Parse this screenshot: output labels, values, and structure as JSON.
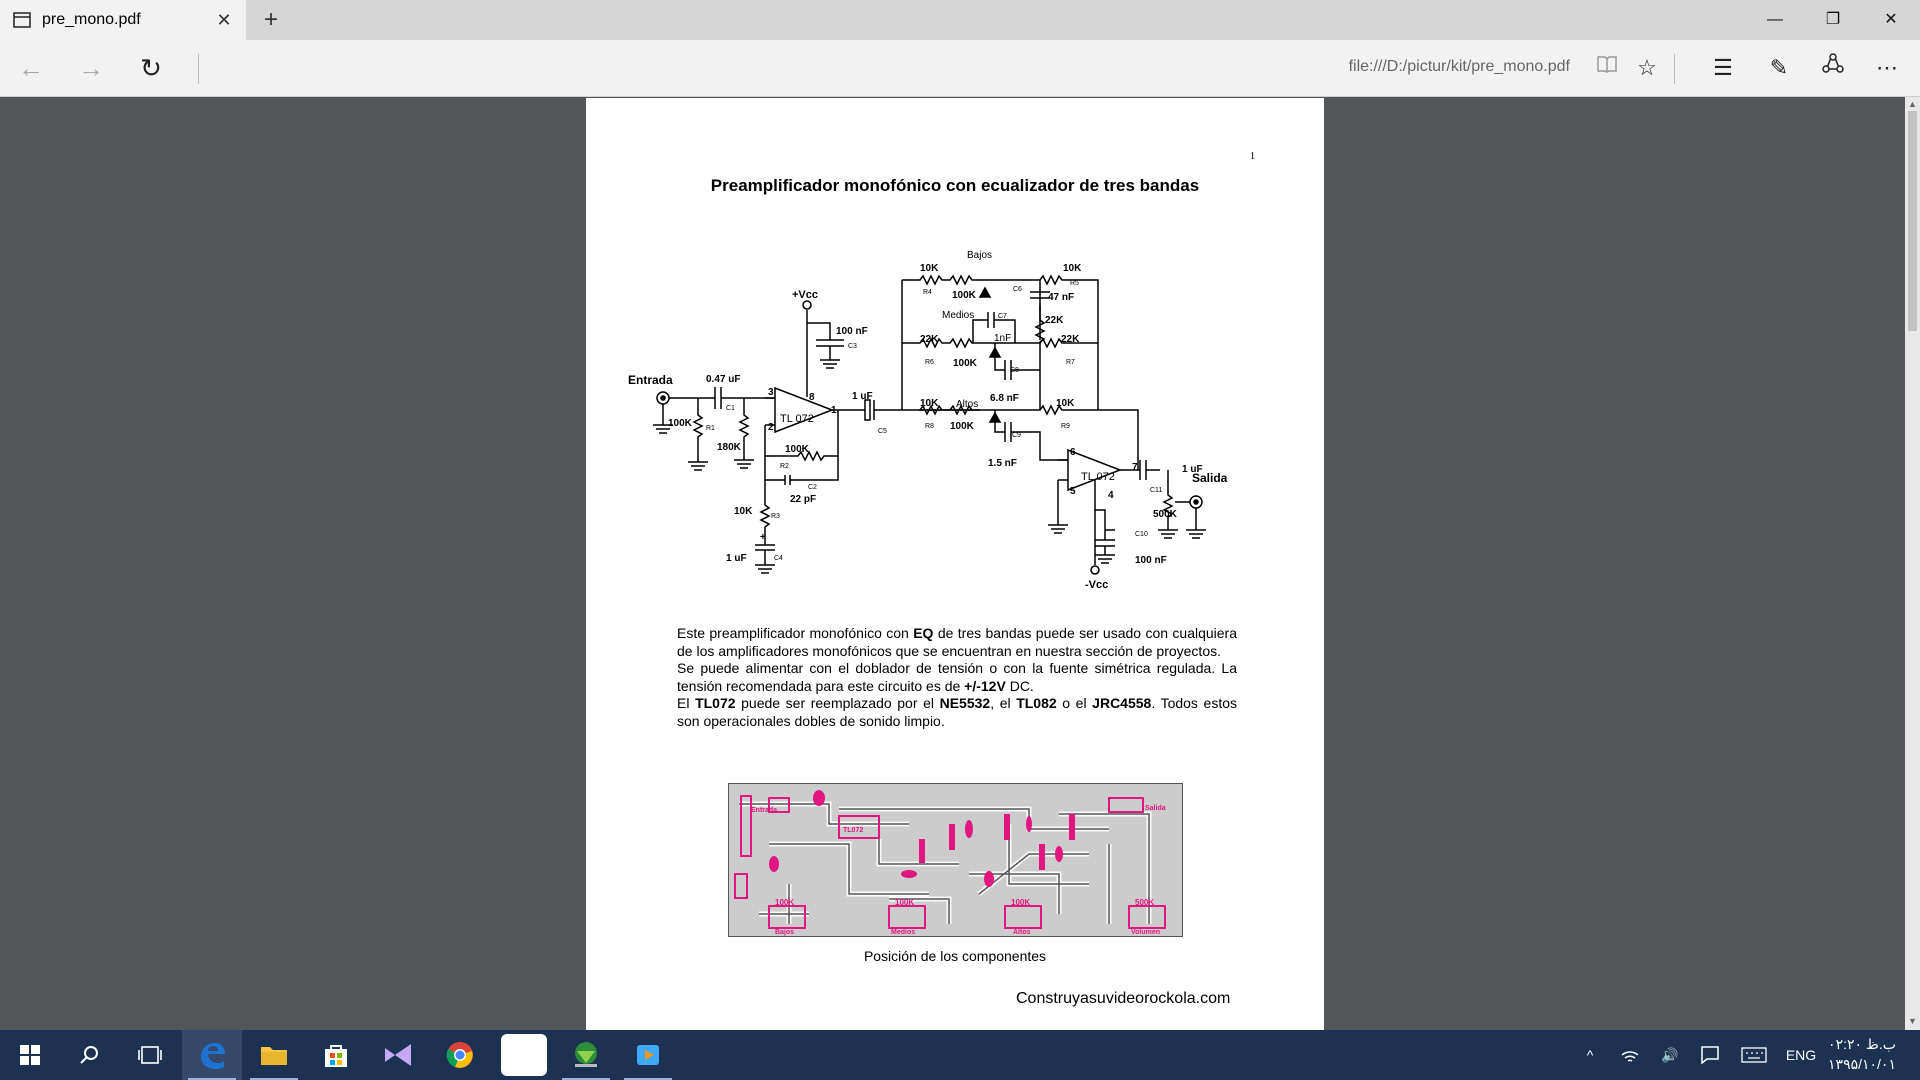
{
  "browser": {
    "tab_title": "pre_mono.pdf",
    "new_tab": "+",
    "address": "file:///D:/pictur/kit/pre_mono.pdf"
  },
  "document": {
    "page_number": "1",
    "title": "Preamplificador monofónico con ecualizador de tres bandas",
    "schematic_labels": {
      "entrada": "Entrada",
      "salida": "Salida",
      "vcc_pos": "+Vcc",
      "vcc_neg": "-Vcc",
      "opamp1": "TL 072",
      "opamp2": "TL 072",
      "bajos": "Bajos",
      "medios": "Medios",
      "altos": "Altos",
      "c1_val": "0.47 uF",
      "c1": "C1",
      "r1_val": "100K",
      "r1": "R1",
      "r_180k": "180K",
      "c3_val": "100 nF",
      "c3": "C3",
      "r2_val": "100K",
      "r2": "R2",
      "c2_val": "22 pF",
      "c2": "C2",
      "r3_val": "10K",
      "r3": "R3",
      "c4_val": "1 uF",
      "c4": "C4",
      "c5_val": "1 uF",
      "c5": "C5",
      "r4_val": "10K",
      "r4": "R4",
      "p_bajos": "100K",
      "r5_val": "10K",
      "r5": "R5",
      "c6": "C6",
      "c6_val": "47 nF",
      "r_22k_mid": "22K",
      "r6_val": "22K",
      "r6": "R6",
      "c7": "C7",
      "c7_val": "1nF",
      "p_medios": "100K",
      "c8": "C8",
      "c8_val": "6.8 nF",
      "r7_val": "22K",
      "r7": "R7",
      "r8_val": "10K",
      "r8": "R8",
      "p_altos": "100K",
      "c9": "C9",
      "c9_val": "1.5 nF",
      "r9_val": "10K",
      "r9": "R9",
      "c10": "C10",
      "c10_val": "100 nF",
      "c11": "C11",
      "c11_val": "1 uF",
      "p_vol": "500K",
      "pin1": "1",
      "pin2": "2",
      "pin3": "3",
      "pin8": "8",
      "pin4": "4",
      "pin5": "5",
      "pin6": "6",
      "pin7": "7",
      "plus": "+"
    },
    "paragraph1": "Este preamplificador monofónico con EQ de tres bandas puede ser usado con cualquiera de los amplificadores monofónicos que se encuentran en nuestra sección de proyectos.",
    "paragraph2": "Se puede alimentar con el doblador de tensión o con la fuente simétrica regulada. La tensión recomendada para este circuito es de +/-12V DC.",
    "paragraph3": "El TL072 puede ser reemplazado por el NE5532, el TL082 o el JRC4558. Todos estos son operacionales dobles de sonido limpio.",
    "p1_parts": [
      "Este preamplificador monofónico con ",
      "EQ",
      " de tres bandas puede ser usado con cualquiera de los amplificadores monofónicos que se encuentran en nuestra sección de proyectos."
    ],
    "p2_parts": [
      "Se puede alimentar con el doblador de tensión o con la fuente simétrica regulada. La tensión recomendada para este circuito es de ",
      "+/-12V",
      " DC."
    ],
    "p3_parts": [
      "El ",
      "TL072",
      " puede ser reemplazado por el ",
      "NE5532",
      ", el ",
      "TL082",
      " o el ",
      "JRC4558",
      ". Todos estos son operacionales dobles de sonido limpio."
    ],
    "pcb_labels": [
      "100K",
      "100K",
      "100K",
      "500K",
      "Bajos",
      "Medios",
      "Altos",
      "Volumen",
      "TL072",
      "Salida",
      "Entrada"
    ],
    "caption": "Posición de los componentes",
    "website": "Construyasuvideorockola.com"
  },
  "taskbar": {
    "language": "ENG",
    "time": "۰۲:۲۰ ب.ظ",
    "date": "۱۳۹۵/۱۰/۰۱"
  },
  "colors": {
    "viewer_bg": "#525659",
    "taskbar_bg": "#1d3153",
    "pcb_pink": "#e0177f",
    "edge_blue": "#1e73d2"
  }
}
